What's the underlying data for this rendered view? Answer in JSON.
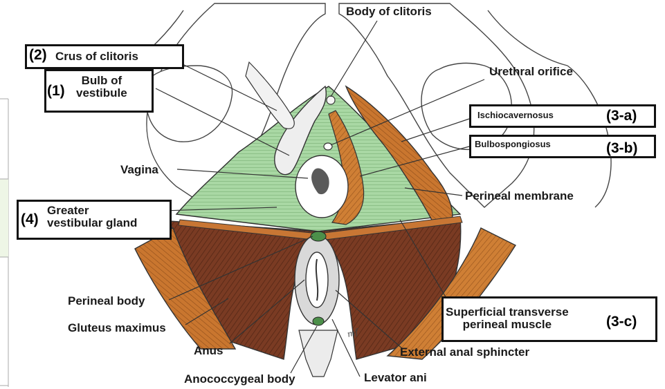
{
  "labels": {
    "body_of_clitoris": "Body of clitoris",
    "crus_of_clitoris": "Crus of clitoris",
    "bulb_of_vestibule": "Bulb of\nvestibule",
    "urethral_orifice": "Urethral orifice",
    "ischiocavernosus": "Ischiocavernosus",
    "bulbospongiosus": "Bulbospongiosus",
    "vagina": "Vagina",
    "perineal_membrane": "Perineal membrane",
    "greater_vestibular_gland": "Greater\nvestibular gland",
    "perineal_body": "Perineal body",
    "gluteus_maximus": "Gluteus maximus",
    "anus": "Anus",
    "anococcygeal_body": "Anococcygeal body",
    "levator_ani": "Levator ani",
    "external_anal_sphincter": "External anal sphincter",
    "superficial_transverse_perineal_muscle": "Superficial transverse\nperineal muscle"
  },
  "markers": {
    "m1": "(1)",
    "m2": "(2)",
    "m3a": "(3-a)",
    "m3b": "(3-b)",
    "m3c": "(3-c)",
    "m4": "(4)"
  },
  "signature": "mf",
  "colors": {
    "membrane_green": "#a9d8a4",
    "muscle_orange": "#c9762f",
    "muscle_brown": "#7a3b23",
    "outline": "#333333"
  }
}
